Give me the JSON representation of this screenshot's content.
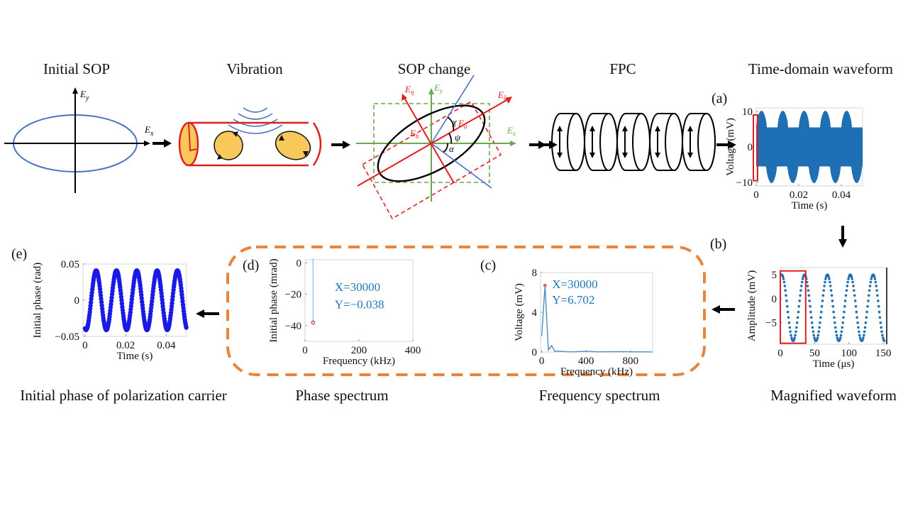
{
  "stages": {
    "initial_sop": "Initial SOP",
    "vibration": "Vibration",
    "sop_change": "SOP change",
    "fpc": "FPC",
    "time_domain": "Time-domain waveform"
  },
  "captions": {
    "magnified": "Magnified waveform",
    "frequency_spectrum": "Frequency spectrum",
    "phase_spectrum": "Phase spectrum",
    "initial_phase": "Initial phase of polarization carrier"
  },
  "panel_labels": {
    "a": "(a)",
    "b": "(b)",
    "c": "(c)",
    "d": "(d)",
    "e": "(e)"
  },
  "initial_sop": {
    "x_axis": "E",
    "x_sub": "x",
    "y_axis": "E",
    "y_sub": "y"
  },
  "sop_change": {
    "labels": {
      "ex": "E",
      "ex_sub": "x",
      "ey": "E",
      "ey_sub": "y",
      "exi": "E",
      "exi_sub": "ξ",
      "eeta": "E",
      "eeta_sub": "η",
      "ea": "E",
      "ea_sub": "a",
      "eb": "E",
      "eb_sub": "b",
      "chi": "χ",
      "psi": "ψ",
      "alpha": "α"
    }
  },
  "fpc": {
    "paddle_count": 5
  },
  "colors": {
    "series_blue": "#1f6fb4",
    "phase_blue": "#1a1ae6",
    "highlight_red": "#e02020",
    "dashed_orange": "#e8843c",
    "sop_green": "#6aa84f",
    "sop_red": "#e02020",
    "ellipse_blue": "#4a72c4",
    "yellow": "#f8c95a"
  },
  "chart_data": [
    {
      "id": "time-domain",
      "type": "area",
      "title": "Time-domain waveform",
      "xlabel": "Time (s)",
      "ylabel": "Voltage (mV)",
      "xlim": [
        0,
        0.05
      ],
      "ylim": [
        -11,
        11
      ],
      "xticks": [
        0,
        0.02,
        0.04
      ],
      "xtick_labels": [
        "0",
        "0.02",
        "0.04"
      ],
      "yticks": [
        -10,
        0,
        10
      ],
      "ytick_labels": [
        "−10",
        "0",
        "10"
      ],
      "envelope": {
        "carrier_khz": 30,
        "modulation_hz": 100,
        "upper_max": 10.2,
        "upper_min": 5.5,
        "lower_max": -5.5,
        "lower_min": -10.2
      },
      "highlight_range_x": [
        0,
        0.00015
      ]
    },
    {
      "id": "magnified",
      "type": "scatter",
      "title": "Magnified waveform",
      "xlabel": "Time (μs)",
      "ylabel": "Amplitude (mV)",
      "xlim": [
        0,
        155
      ],
      "ylim": [
        -9.5,
        6.5
      ],
      "xticks": [
        0,
        50,
        100,
        150
      ],
      "xtick_labels": [
        "0",
        "50",
        "100",
        "150"
      ],
      "yticks": [
        -5,
        0,
        5
      ],
      "ytick_labels": [
        "−5",
        "0",
        "5"
      ],
      "period_us": 33.3,
      "max": 5.0,
      "min": -8.8,
      "highlight_range_x": [
        0,
        37
      ]
    },
    {
      "id": "frequency-spectrum",
      "type": "line",
      "title": "Frequency spectrum",
      "xlabel": "Frequency (kHz)",
      "ylabel": "Voltage (mV)",
      "xlim": [
        -10,
        1000
      ],
      "ylim": [
        0,
        8
      ],
      "xticks": [
        0,
        400,
        800
      ],
      "xtick_labels": [
        "0",
        "400",
        "800"
      ],
      "yticks": [
        0,
        4,
        8
      ],
      "ytick_labels": [
        "0",
        "4",
        "8"
      ],
      "x": [
        0,
        30,
        60,
        90,
        120,
        150,
        200,
        250,
        300,
        400,
        500,
        600,
        700,
        800,
        900,
        1000
      ],
      "y": [
        1.6,
        6.702,
        0.2,
        0.65,
        0.05,
        0.1,
        0.05,
        0.02,
        0.03,
        0.08,
        0.02,
        0.03,
        0.04,
        0.02,
        0.02,
        0.01
      ],
      "datatip": {
        "x_label": "X=30000",
        "y_label": "Y=6.702",
        "x": 30,
        "y": 6.702
      }
    },
    {
      "id": "phase-spectrum",
      "type": "line",
      "title": "Phase spectrum",
      "xlabel": "Frequency (kHz)",
      "ylabel": "Initial phase (mrad)",
      "xlim": [
        0,
        400
      ],
      "ylim": [
        -50,
        2
      ],
      "xticks": [
        0,
        200,
        400
      ],
      "xtick_labels": [
        "0",
        "200",
        "400"
      ],
      "yticks": [
        0,
        -20,
        -40
      ],
      "ytick_labels": [
        "0",
        "−20",
        "−40"
      ],
      "x": [
        30,
        30
      ],
      "y": [
        0,
        -38
      ],
      "datatip": {
        "x_label": "X=30000",
        "y_label": "Y=−0.038",
        "x": 30,
        "y": -38
      }
    },
    {
      "id": "initial-phase",
      "type": "scatter",
      "title": "Initial phase of polarization carrier",
      "xlabel": "Time (s)",
      "ylabel": "Initial phase (rad)",
      "xlim": [
        -0.001,
        0.05
      ],
      "ylim": [
        -0.05,
        0.05
      ],
      "xticks": [
        0,
        0.02,
        0.04
      ],
      "xtick_labels": [
        "0",
        "0.02",
        "0.04"
      ],
      "yticks": [
        0.05,
        0,
        -0.05
      ],
      "ytick_labels": [
        "0.05",
        "0",
        "−0.05"
      ],
      "frequency_hz": 100,
      "amplitude": 0.041,
      "offset": 0.0
    }
  ]
}
